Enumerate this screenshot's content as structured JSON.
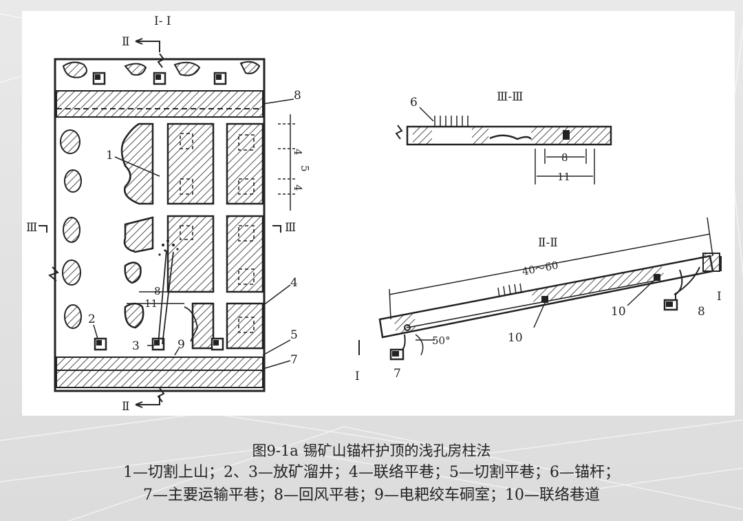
{
  "figure": {
    "section_labels": {
      "plan": "I- I",
      "top_section": "Ⅲ-Ⅲ",
      "long_section": "Ⅱ-Ⅱ",
      "mark_II_top": "Ⅱ",
      "mark_II_bottom": "Ⅱ",
      "mark_III_left": "Ⅲ",
      "mark_III_right": "Ⅲ",
      "mark_I_left": "I",
      "mark_I_right": "I"
    },
    "callouts": {
      "n1": "1",
      "n2": "2",
      "n3": "3",
      "n4": "4",
      "n5": "5",
      "n6": "6",
      "n7": "7",
      "n8": "8",
      "n9": "9",
      "n10a": "10",
      "n10b": "10",
      "n7b": "7",
      "n8b": "8"
    },
    "dimensions": {
      "d4a": "4",
      "d5": "5",
      "d4b": "4",
      "d8_plan": "8",
      "d11_plan": "11",
      "d8_section": "8",
      "d11_section": "11",
      "length": "40～60",
      "angle": "50°"
    }
  },
  "caption": {
    "title": "图9-1a  锡矿山锚杆护顶的浅孔房柱法",
    "line1": "1—切割上山；2、3—放矿溜井；4—联络平巷；5—切割平巷；6—锚杆；",
    "line2": "7—主要运输平巷；8—回风平巷；9—电耙绞车硐室；10—联络巷道"
  },
  "colors": {
    "ink": "#222222",
    "panel": "#ffffff",
    "background": "#e2e2e2"
  }
}
